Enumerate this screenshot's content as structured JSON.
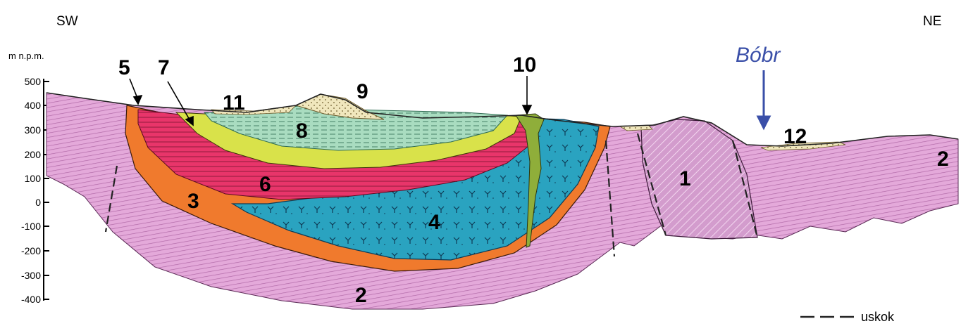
{
  "orientation": {
    "left": "SW",
    "right": "NE"
  },
  "axis": {
    "unit": "m n.p.m.",
    "ticks": [
      "500",
      "400",
      "300",
      "200",
      "100",
      "0",
      "-100",
      "-200",
      "-300",
      "-400"
    ]
  },
  "unit_labels": {
    "u1": "1",
    "u2a": "2",
    "u2b": "2",
    "u3": "3",
    "u4": "4",
    "u5": "5",
    "u6": "6",
    "u7": "7",
    "u8": "8",
    "u9": "9",
    "u10": "10",
    "u11": "11",
    "u12": "12"
  },
  "river": {
    "name": "Bóbr"
  },
  "legend": {
    "fault_label": "uskok"
  },
  "colors": {
    "basement": "#d99cd0",
    "basement_hatch": "#b56aa8",
    "granite": "#c98fc4",
    "orange_unit": "#f07a2d",
    "red_unit": "#e8356a",
    "yellow_unit": "#d9e24a",
    "green_unit": "#9ed9b4",
    "blue_unit": "#2aa3c0",
    "sand_unit": "#eee4b4",
    "dike": "#8fae3a",
    "river_blue": "#3a4fa8"
  }
}
